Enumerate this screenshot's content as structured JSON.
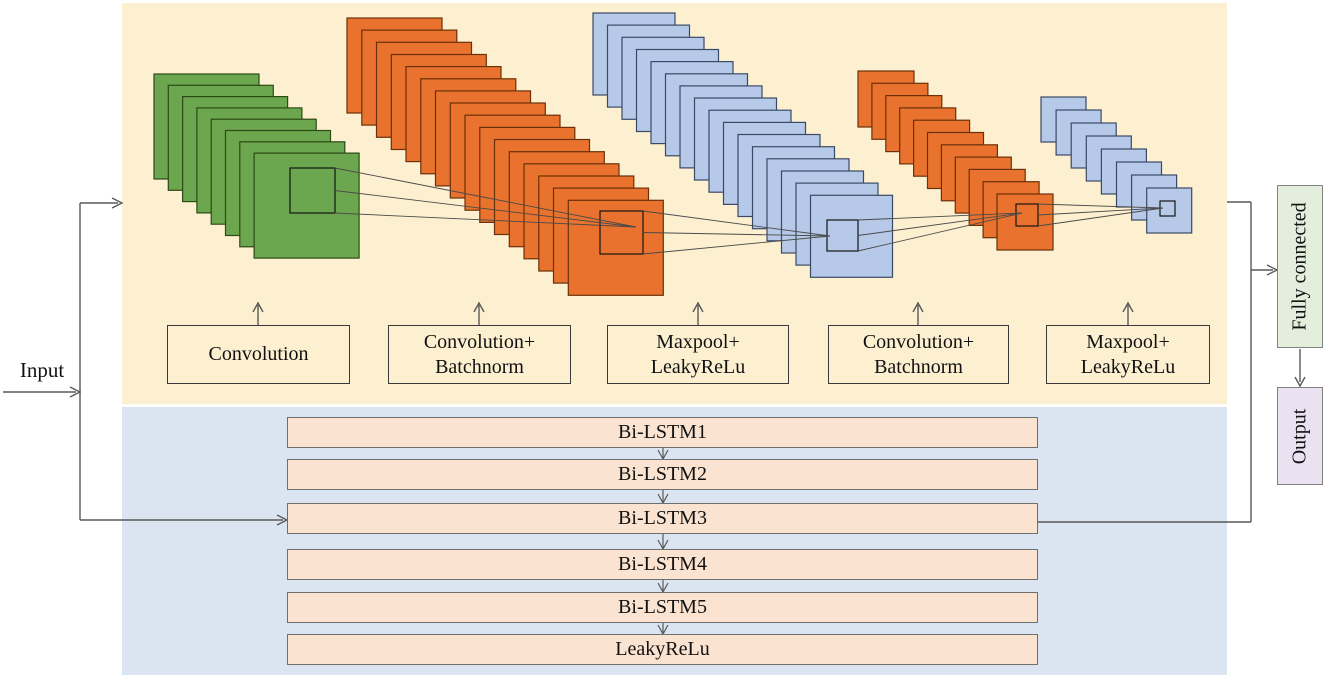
{
  "figure": {
    "input_label": "Input",
    "cnn_branch": {
      "background": "#FCF0D0",
      "stacks": [
        {
          "name": "conv1",
          "feature_maps": 8,
          "color": "#6CA64E"
        },
        {
          "name": "conv2-batchnorm",
          "feature_maps": 16,
          "color": "#E9732E"
        },
        {
          "name": "maxpool1-leakyrelu",
          "feature_maps": 16,
          "color": "#B6C9E8"
        },
        {
          "name": "conv3-batchnorm",
          "feature_maps": 11,
          "color": "#E9732E"
        },
        {
          "name": "maxpool2-leakyrelu",
          "feature_maps": 8,
          "color": "#B6C9E8"
        }
      ],
      "stage_labels": [
        {
          "line1": "Convolution",
          "line2": ""
        },
        {
          "line1": "Convolution+",
          "line2": "Batchnorm"
        },
        {
          "line1": "Maxpool+",
          "line2": "LeakyReLu"
        },
        {
          "line1": "Convolution+",
          "line2": "Batchnorm"
        },
        {
          "line1": "Maxpool+",
          "line2": "LeakyReLu"
        }
      ]
    },
    "lstm_branch": {
      "background": "#DBE5F1",
      "row_fill": "#FAE3D0",
      "rows": [
        "Bi-LSTM1",
        "Bi-LSTM2",
        "Bi-LSTM3",
        "Bi-LSTM4",
        "Bi-LSTM5",
        "LeakyReLu"
      ]
    },
    "head": {
      "fully_connected": {
        "label": "Fully connected",
        "fill": "#E3EFDC"
      },
      "output": {
        "label": "Output",
        "fill": "#EBE2F1"
      }
    }
  }
}
